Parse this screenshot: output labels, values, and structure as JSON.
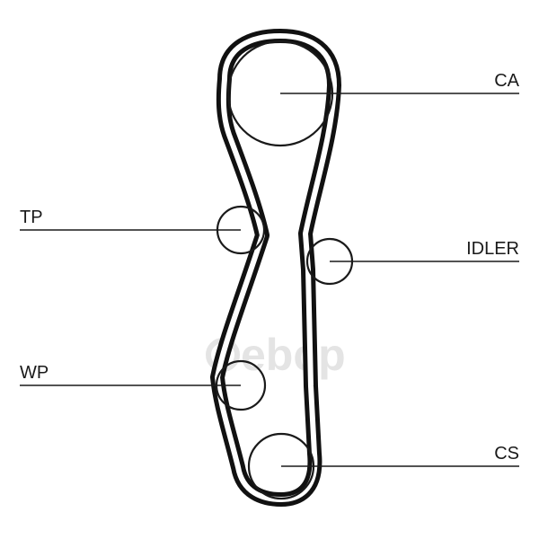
{
  "labels": {
    "ca": "CA",
    "tp": "TP",
    "idler": "IDLER",
    "wp": "WP",
    "cs": "CS"
  },
  "watermark": {
    "text": "ebcp"
  },
  "colors": {
    "line": "#1a1a1a",
    "belt": "#111111",
    "watermark": "#cfcfcf"
  }
}
